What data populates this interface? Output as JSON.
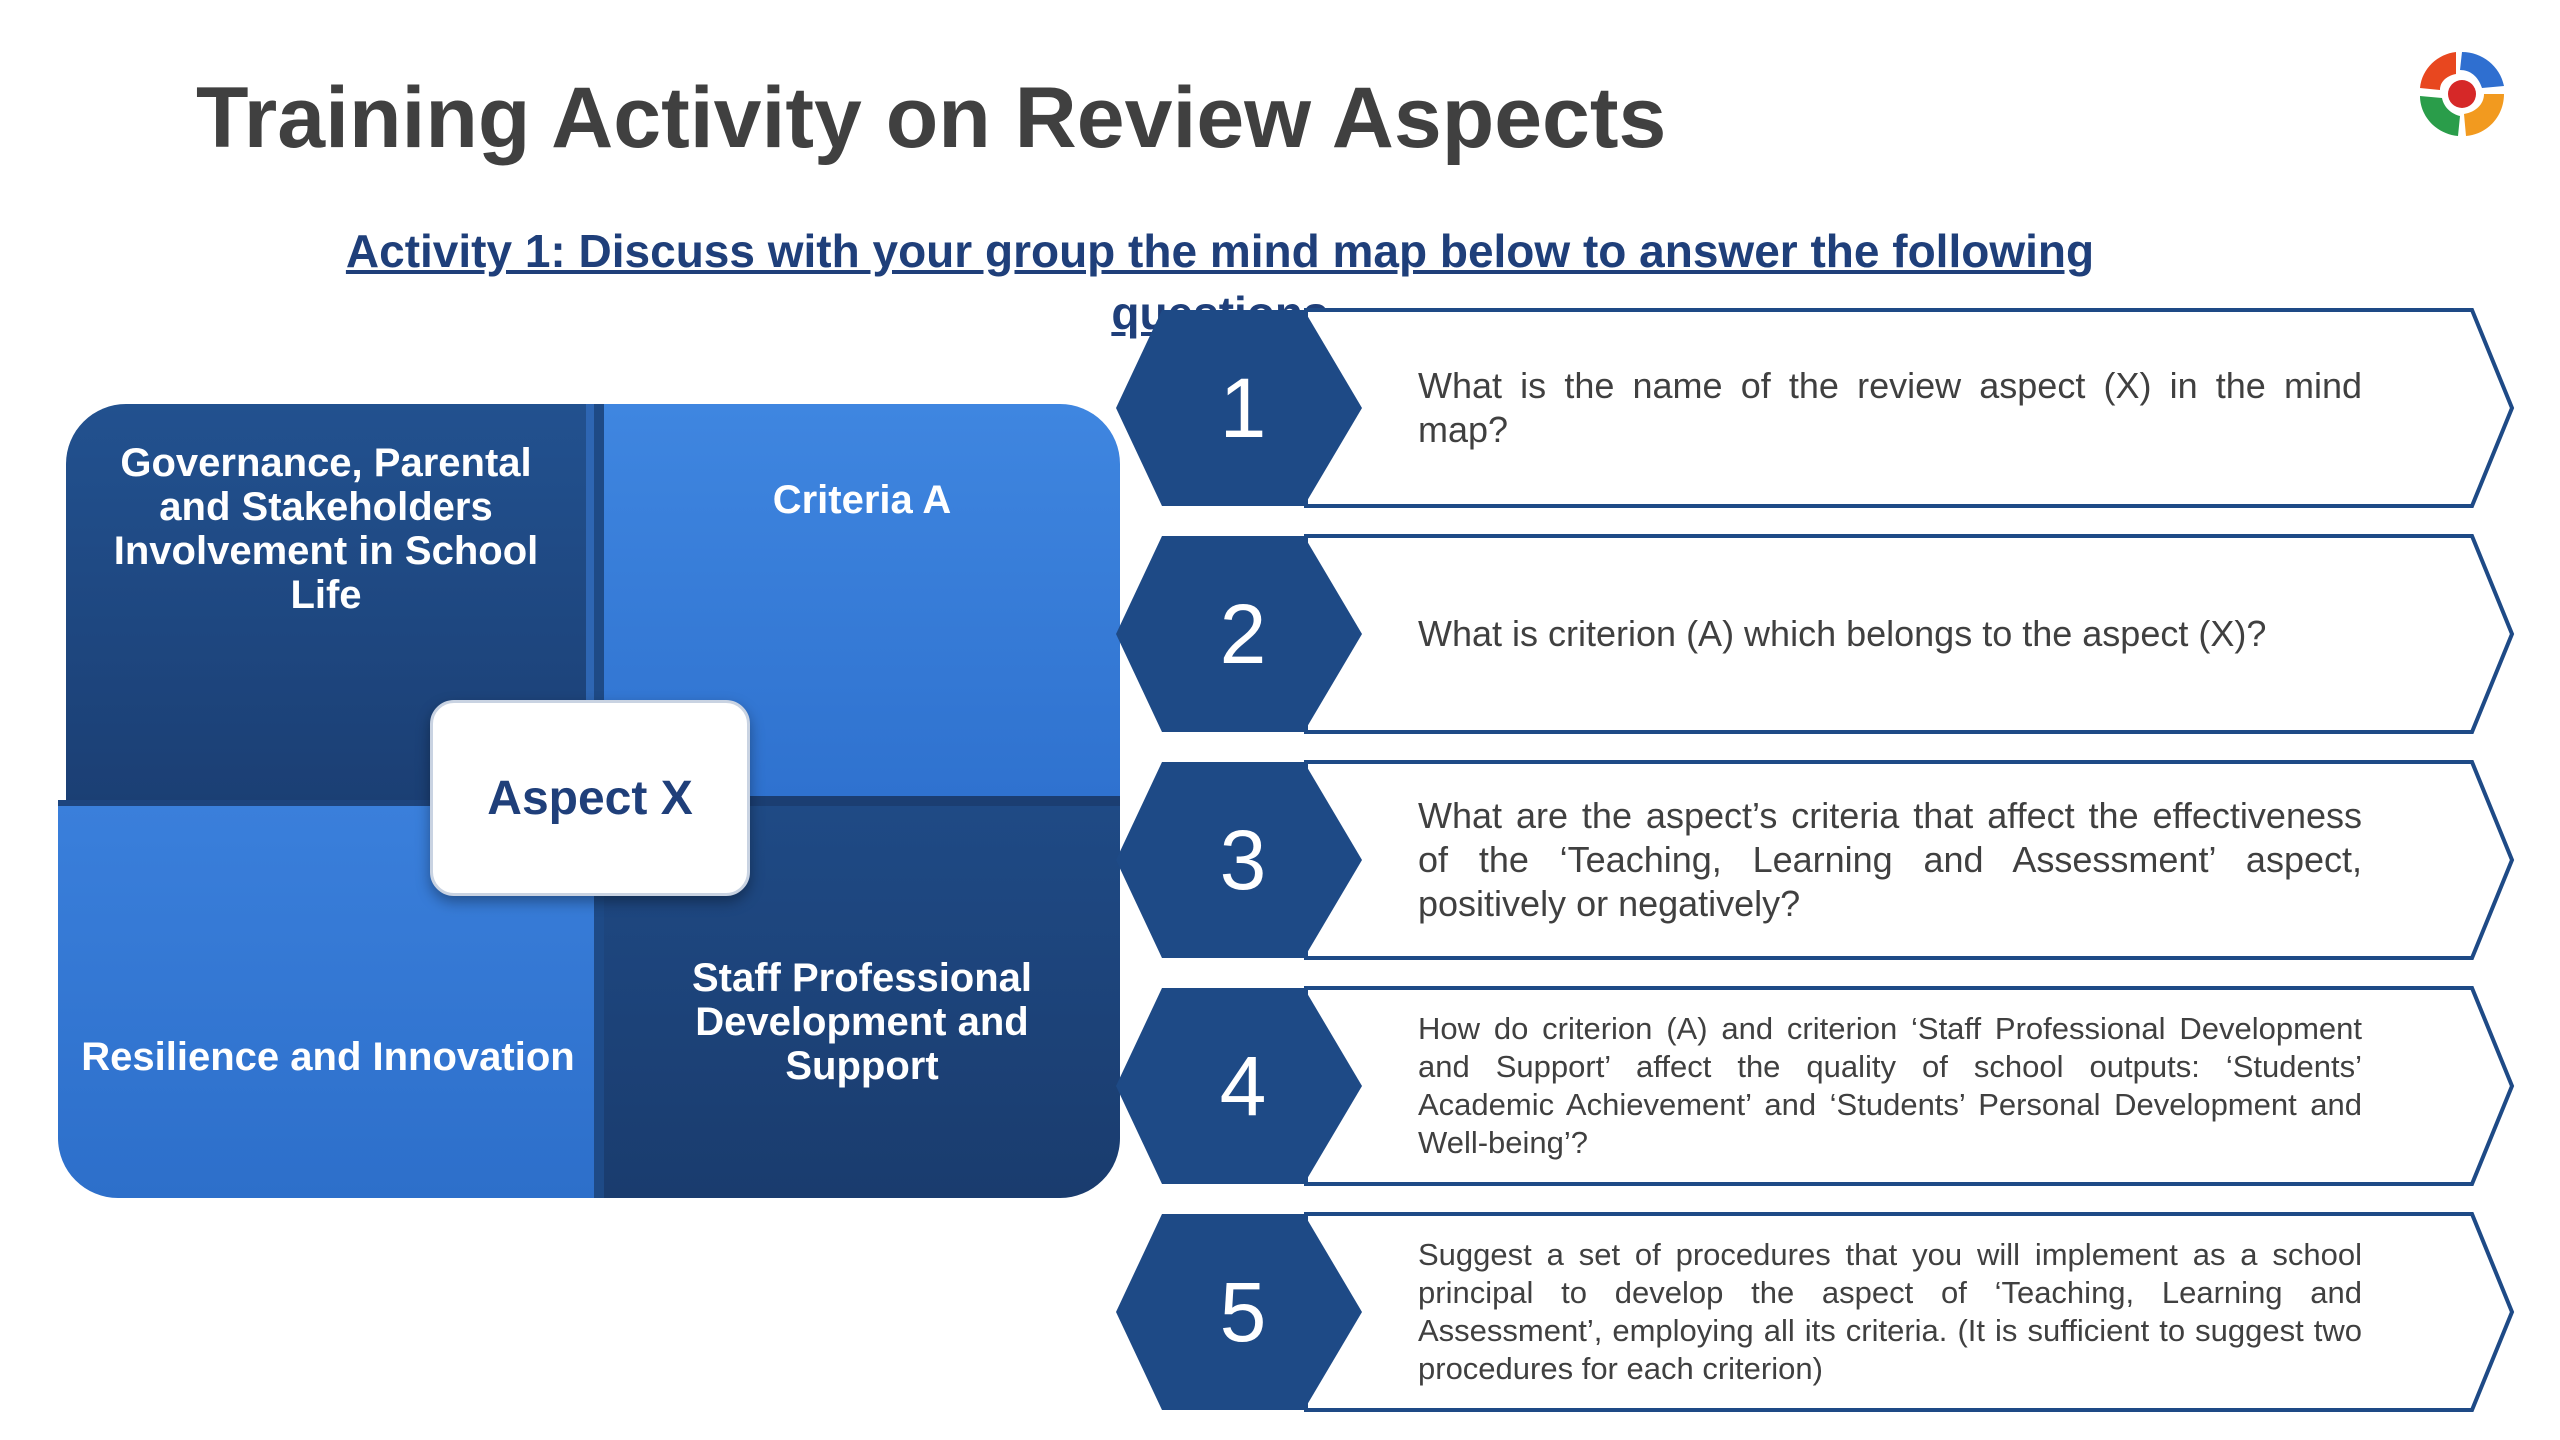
{
  "slide": {
    "title": "Training Activity on Review Aspects",
    "activity_heading": "Activity 1: Discuss with your group the mind map below to answer the following questions"
  },
  "mindmap": {
    "top_left": "Governance, Parental and Stakeholders Involvement in School Life",
    "top_right": "Criteria A",
    "bottom_left": "Resilience and Innovation",
    "bottom_right": "Staff Professional Development and Support",
    "center": "Aspect X"
  },
  "questions": [
    {
      "number": "1",
      "text": "What is the name of the review aspect (X) in the mind map?"
    },
    {
      "number": "2",
      "text": "What is criterion (A) which belongs to the aspect (X)?"
    },
    {
      "number": "3",
      "text": "What are the aspect’s criteria that affect the effectiveness of the ‘Teaching, Learning and Assessment’ aspect, positively or negatively?"
    },
    {
      "number": "4",
      "text": "How do criterion (A) and criterion ‘Staff Professional Development and Support’ affect the quality of school outputs: ‘Students’ Academic Achievement’ and ‘Students’ Personal Development and Well-being’?"
    },
    {
      "number": "5",
      "text": "Suggest a set of procedures that you will implement as a school principal to develop the aspect of ‘Teaching, Learning and Assessment’, employing all its criteria. (It is sufficient to suggest two procedures for each criterion)"
    }
  ],
  "colors": {
    "dark_blue": "#1e4a86",
    "light_blue": "#3a7fdb",
    "title_gray": "#404040",
    "heading_blue": "#1f3f7a"
  },
  "icons": {
    "logo": "ministry-logo-icon"
  }
}
